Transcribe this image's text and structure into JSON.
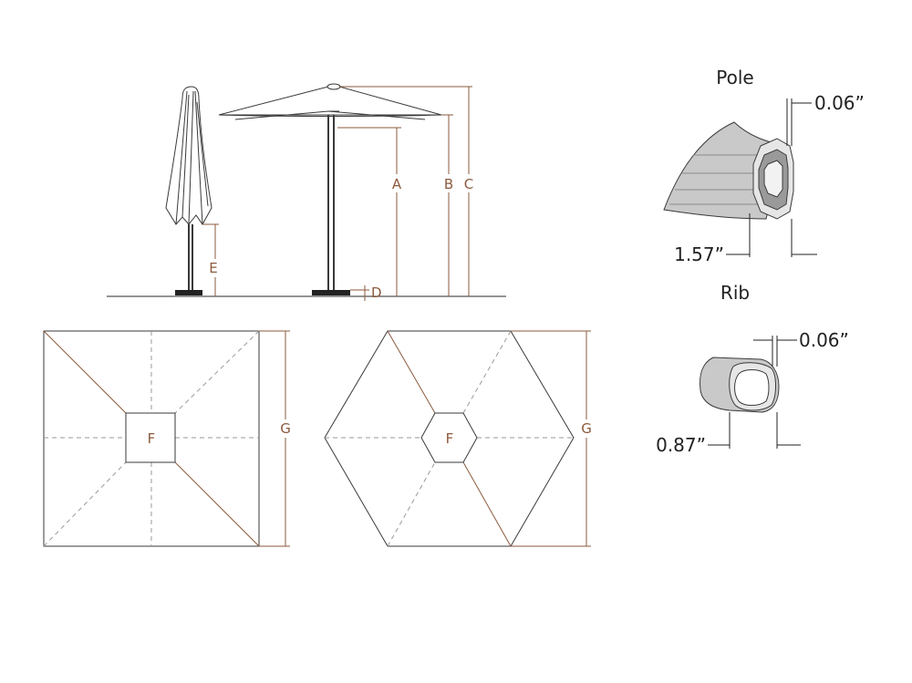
{
  "colors": {
    "line": "#3a3a3a",
    "accent": "#8b5a3c",
    "dash": "#9a9a9a",
    "ground": "#555555",
    "fill_gray": "#cfcfcf"
  },
  "labels": {
    "a": "A",
    "b": "B",
    "c": "C",
    "d": "D",
    "e": "E",
    "f_square": "F",
    "g_square": "G",
    "f_hex": "F",
    "g_hex": "G"
  },
  "pole": {
    "title": "Pole",
    "thickness": "0.06”",
    "width": "1.57”"
  },
  "rib": {
    "title": "Rib",
    "thickness": "0.06”",
    "width": "0.87”"
  }
}
